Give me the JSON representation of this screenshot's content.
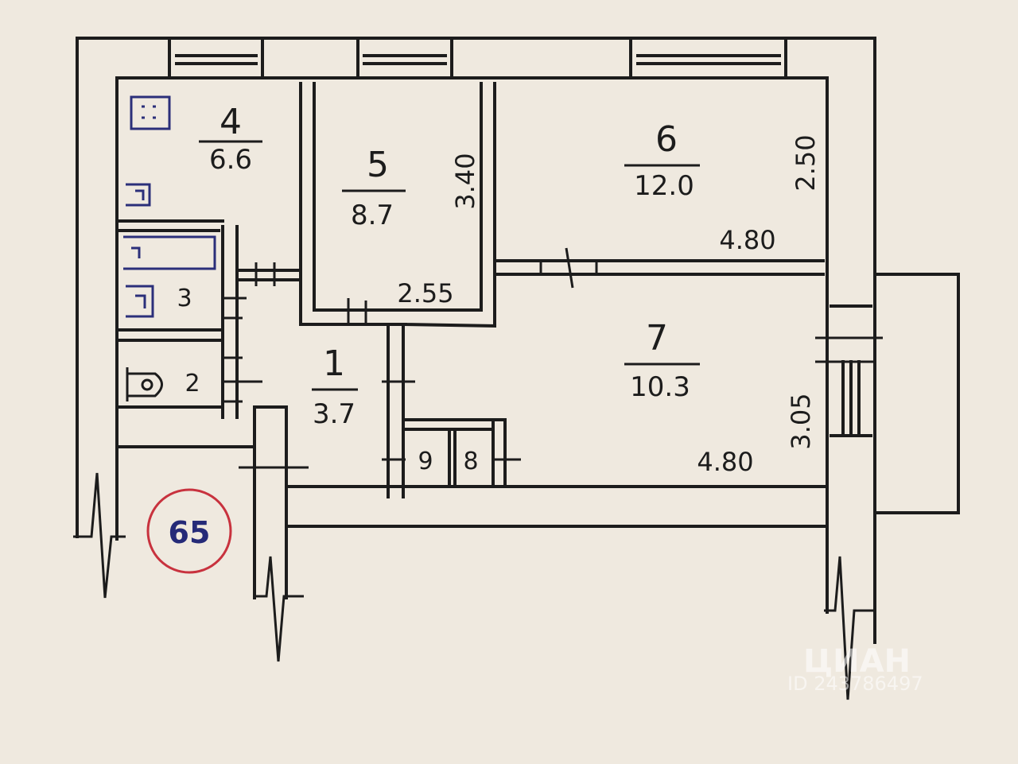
{
  "rooms": [
    {
      "number": "1",
      "area": "3.7"
    },
    {
      "number": "2"
    },
    {
      "number": "3"
    },
    {
      "number": "4",
      "area": "6.6"
    },
    {
      "number": "5",
      "area": "8.7"
    },
    {
      "number": "6",
      "area": "12.0"
    },
    {
      "number": "7",
      "area": "10.3"
    },
    {
      "number": "8"
    },
    {
      "number": "9"
    }
  ],
  "dimensions": {
    "room5_height": "3.40",
    "room5_width": "2.55",
    "room6_height": "2.50",
    "room6_width": "4.80",
    "room7_height": "3.05",
    "room7_width": "4.80"
  },
  "stamp": "65",
  "watermark": {
    "brand": "ЦИАН",
    "id": "ID 243786497"
  },
  "colors": {
    "ink": "#1c1c1c",
    "stamp_ring": "#c8323e",
    "stamp_text": "#252a78",
    "paper": "#efe9df"
  }
}
